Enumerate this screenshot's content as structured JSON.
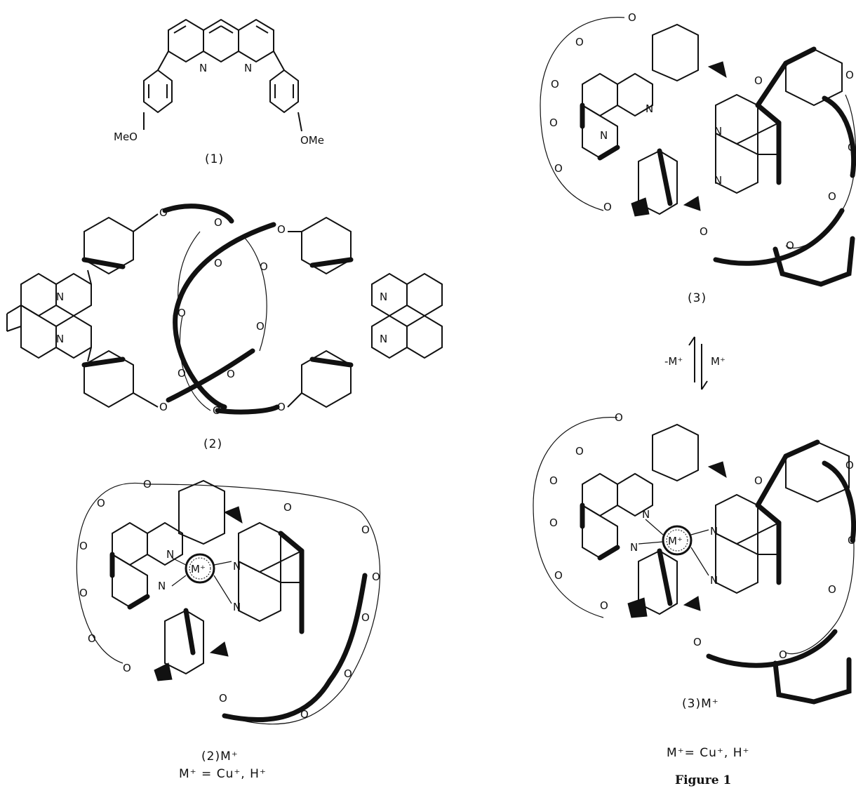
{
  "atoms": {
    "nitrogen": "N",
    "oxygen": "O",
    "methoxy_left": "MeO",
    "methoxy_right": "OMe",
    "metal": "M⁺"
  },
  "compounds": {
    "c1": "(1)",
    "c2": "(2)",
    "c2m": "(2)M⁺",
    "c3": "(3)",
    "c3m": "(3)M⁺"
  },
  "definitions": {
    "left": "M⁺ = Cu⁺, H⁺",
    "right": "M⁺= Cu⁺, H⁺"
  },
  "equilibrium": {
    "reverse": "-M⁺",
    "forward": "M⁺"
  },
  "caption": "Figure 1"
}
